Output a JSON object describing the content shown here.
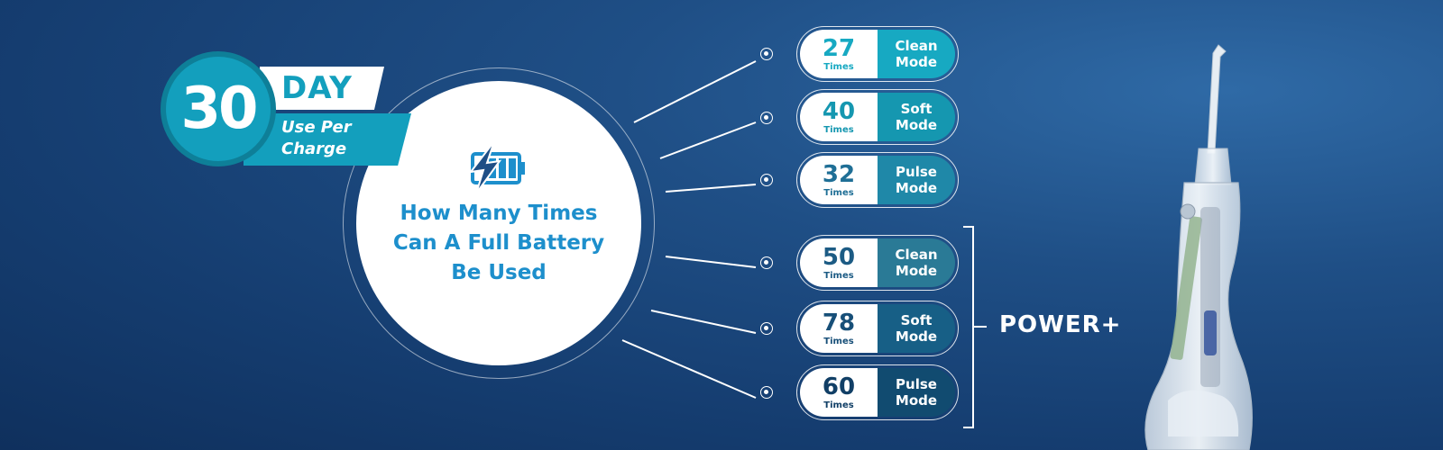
{
  "badge": {
    "number": "30",
    "day": "DAY",
    "line1": "Use Per",
    "line2": "Charge"
  },
  "center": {
    "icon": "battery-lightning-icon",
    "title_line1": "How Many Times",
    "title_line2": "Can A Full Battery",
    "title_line3": "Be Used"
  },
  "modes": [
    {
      "count": "27",
      "unit": "Times",
      "name_line1": "Clean",
      "name_line2": "Mode",
      "color": "#17a9c2",
      "num_color": "#17a9c2"
    },
    {
      "count": "40",
      "unit": "Times",
      "name_line1": "Soft",
      "name_line2": "Mode",
      "color": "#1597b0",
      "num_color": "#1597b0"
    },
    {
      "count": "32",
      "unit": "Times",
      "name_line1": "Pulse",
      "name_line2": "Mode",
      "color": "#1f88a8",
      "num_color": "#1f6f96"
    },
    {
      "count": "50",
      "unit": "Times",
      "name_line1": "Clean",
      "name_line2": "Mode",
      "color": "#2a7a96",
      "num_color": "#1c5b84"
    },
    {
      "count": "78",
      "unit": "Times",
      "name_line1": "Soft",
      "name_line2": "Mode",
      "color": "#175f86",
      "num_color": "#174f78"
    },
    {
      "count": "60",
      "unit": "Times",
      "name_line1": "Pulse",
      "name_line2": "Mode",
      "color": "#114b70",
      "num_color": "#113f66"
    }
  ],
  "power_label": "POWER+",
  "colors": {
    "accent": "#139fbd",
    "title_blue": "#1d8fcc",
    "background": "#1a4a80"
  }
}
